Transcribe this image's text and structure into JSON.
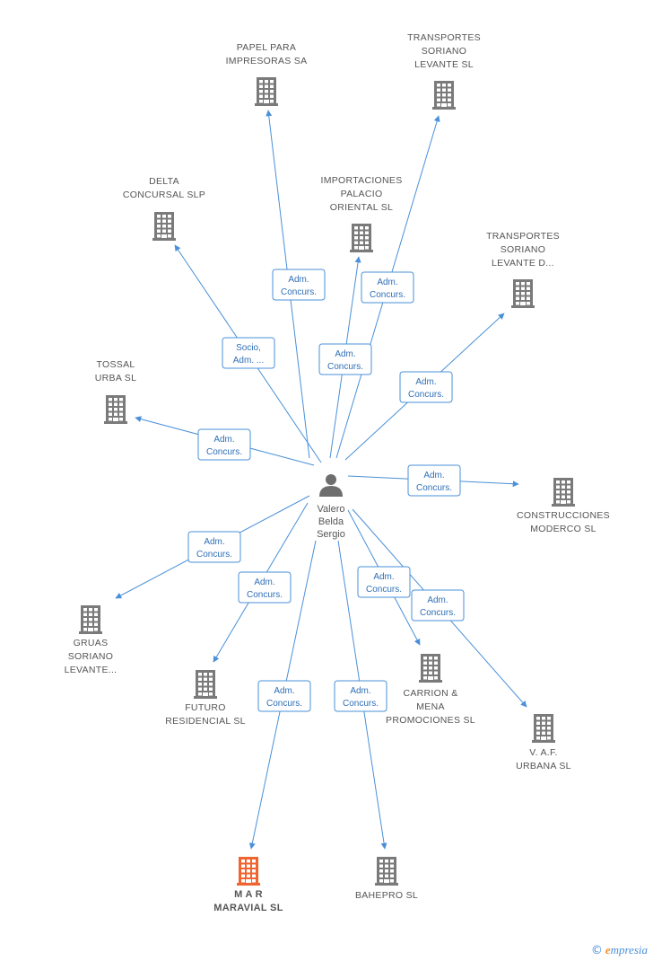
{
  "center": {
    "label_lines": [
      "Valero",
      "Belda",
      "Sergio"
    ]
  },
  "companies": [
    {
      "id": "papel",
      "lines": [
        "PAPEL PARA",
        "IMPRESORAS SA"
      ],
      "highlight": false
    },
    {
      "id": "transportes1",
      "lines": [
        "TRANSPORTES",
        "SORIANO",
        "LEVANTE SL"
      ],
      "highlight": false
    },
    {
      "id": "delta",
      "lines": [
        "DELTA",
        "CONCURSAL SLP"
      ],
      "highlight": false
    },
    {
      "id": "importaciones",
      "lines": [
        "IMPORTACIONES",
        "PALACIO",
        "ORIENTAL SL"
      ],
      "highlight": false
    },
    {
      "id": "transportes2",
      "lines": [
        "TRANSPORTES",
        "SORIANO",
        "LEVANTE D..."
      ],
      "highlight": false
    },
    {
      "id": "tossal",
      "lines": [
        "TOSSAL",
        "URBA SL"
      ],
      "highlight": false
    },
    {
      "id": "construcciones",
      "lines": [
        "CONSTRUCCIONES",
        "MODERCO SL"
      ],
      "highlight": false
    },
    {
      "id": "gruas",
      "lines": [
        "GRUAS",
        "SORIANO",
        "LEVANTE..."
      ],
      "highlight": false
    },
    {
      "id": "futuro",
      "lines": [
        "FUTURO",
        "RESIDENCIAL SL"
      ],
      "highlight": false
    },
    {
      "id": "carrion",
      "lines": [
        "CARRION &",
        "MENA",
        "PROMOCIONES SL"
      ],
      "highlight": false
    },
    {
      "id": "vaf",
      "lines": [
        "V. A.F.",
        "URBANA SL"
      ],
      "highlight": false
    },
    {
      "id": "mar",
      "lines": [
        "M A R",
        "MARAVIAL SL"
      ],
      "highlight": true
    },
    {
      "id": "bahepro",
      "lines": [
        "BAHEPRO SL"
      ],
      "highlight": false
    }
  ],
  "edges": [
    {
      "target": "papel",
      "label_lines": [
        "Adm.",
        "Concurs."
      ]
    },
    {
      "target": "transportes1",
      "label_lines": [
        "Adm.",
        "Concurs."
      ]
    },
    {
      "target": "delta",
      "label_lines": [
        "Socio,",
        "Adm. ..."
      ]
    },
    {
      "target": "importaciones",
      "label_lines": [
        "Adm.",
        "Concurs."
      ]
    },
    {
      "target": "transportes2",
      "label_lines": [
        "Adm.",
        "Concurs."
      ]
    },
    {
      "target": "tossal",
      "label_lines": [
        "Adm.",
        "Concurs."
      ]
    },
    {
      "target": "construcciones",
      "label_lines": [
        "Adm.",
        "Concurs."
      ]
    },
    {
      "target": "gruas",
      "label_lines": [
        "Adm.",
        "Concurs."
      ]
    },
    {
      "target": "futuro",
      "label_lines": [
        "Adm.",
        "Concurs."
      ]
    },
    {
      "target": "carrion",
      "label_lines": [
        "Adm.",
        "Concurs."
      ]
    },
    {
      "target": "vaf",
      "label_lines": [
        "Adm.",
        "Concurs."
      ]
    },
    {
      "target": "mar",
      "label_lines": [
        "Adm.",
        "Concurs."
      ]
    },
    {
      "target": "bahepro",
      "label_lines": [
        "Adm.",
        "Concurs."
      ]
    }
  ],
  "colors": {
    "edge": "#4a90d9",
    "building": "#7a7a7a",
    "highlight": "#f0642f",
    "person": "#6e6e6e"
  },
  "footer": {
    "copyright": "©",
    "brand_initial": "e",
    "brand_rest": "mpresia"
  }
}
